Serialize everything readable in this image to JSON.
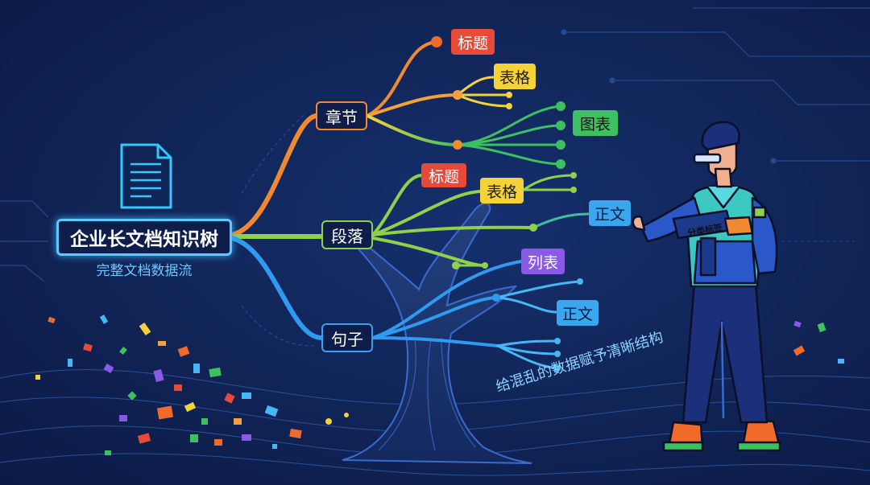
{
  "root": {
    "title": "企业长文档知识树",
    "subtitle": "完整文档数据流"
  },
  "branches": {
    "chapter": "章节",
    "paragraph": "段落",
    "sentence": "句子"
  },
  "tags": {
    "title_1": "标题",
    "table_1": "表格",
    "chart": "图表",
    "title_2": "标题",
    "table_2": "表格",
    "body_1": "正文",
    "list": "列表",
    "body_2": "正文"
  },
  "labeler": {
    "tool_label": "分类标签"
  },
  "slogan": "给混乱的数据赋予清晰结构",
  "colors": {
    "chapter": "#f08a30",
    "paragraph": "#8fd14a",
    "sentence": "#3aa0f0",
    "root_border": "#5ec9ff"
  }
}
